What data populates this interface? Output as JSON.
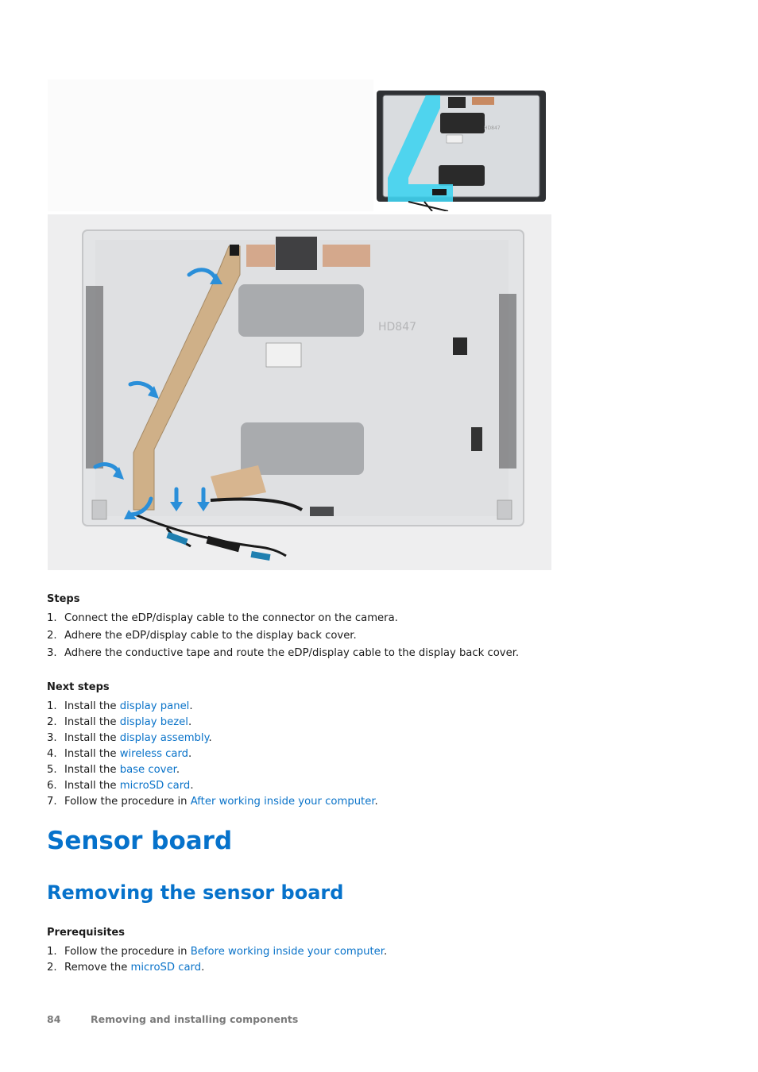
{
  "steps": {
    "heading": "Steps",
    "items": [
      {
        "num": "1.",
        "text": "Connect the eDP/display cable to the connector on the camera."
      },
      {
        "num": "2.",
        "text": "Adhere the eDP/display cable to the display back cover."
      },
      {
        "num": "3.",
        "text": "Adhere the conductive tape and route the eDP/display cable to the display back cover."
      }
    ]
  },
  "next_steps": {
    "heading": "Next steps",
    "items": [
      {
        "num": "1.",
        "pre": "Install the ",
        "link": "display panel",
        "post": "."
      },
      {
        "num": "2.",
        "pre": "Install the ",
        "link": "display bezel",
        "post": "."
      },
      {
        "num": "3.",
        "pre": "Install the ",
        "link": "display assembly",
        "post": "."
      },
      {
        "num": "4.",
        "pre": "Install the ",
        "link": "wireless card",
        "post": "."
      },
      {
        "num": "5.",
        "pre": "Install the ",
        "link": "base cover",
        "post": "."
      },
      {
        "num": "6.",
        "pre": "Install the ",
        "link": "microSD card",
        "post": "."
      },
      {
        "num": "7.",
        "pre": "Follow the procedure in ",
        "link": "After working inside your computer",
        "post": "."
      }
    ]
  },
  "section_title": "Sensor board",
  "subsection_title": "Removing the sensor board",
  "prerequisites": {
    "heading": "Prerequisites",
    "items": [
      {
        "num": "1.",
        "pre": "Follow the procedure in ",
        "link": "Before working inside your computer",
        "post": "."
      },
      {
        "num": "2.",
        "pre": "Remove the ",
        "link": "microSD card",
        "post": "."
      }
    ]
  },
  "figure": {
    "inset_label": "HD847"
  },
  "footer": {
    "page_number": "84",
    "chapter": "Removing and installing components"
  },
  "colors": {
    "heading_blue": "#0672cb",
    "link_blue": "#0a73c9",
    "highlight_cyan": "#3fd3ef",
    "arrow_blue": "#2a8fd9"
  }
}
